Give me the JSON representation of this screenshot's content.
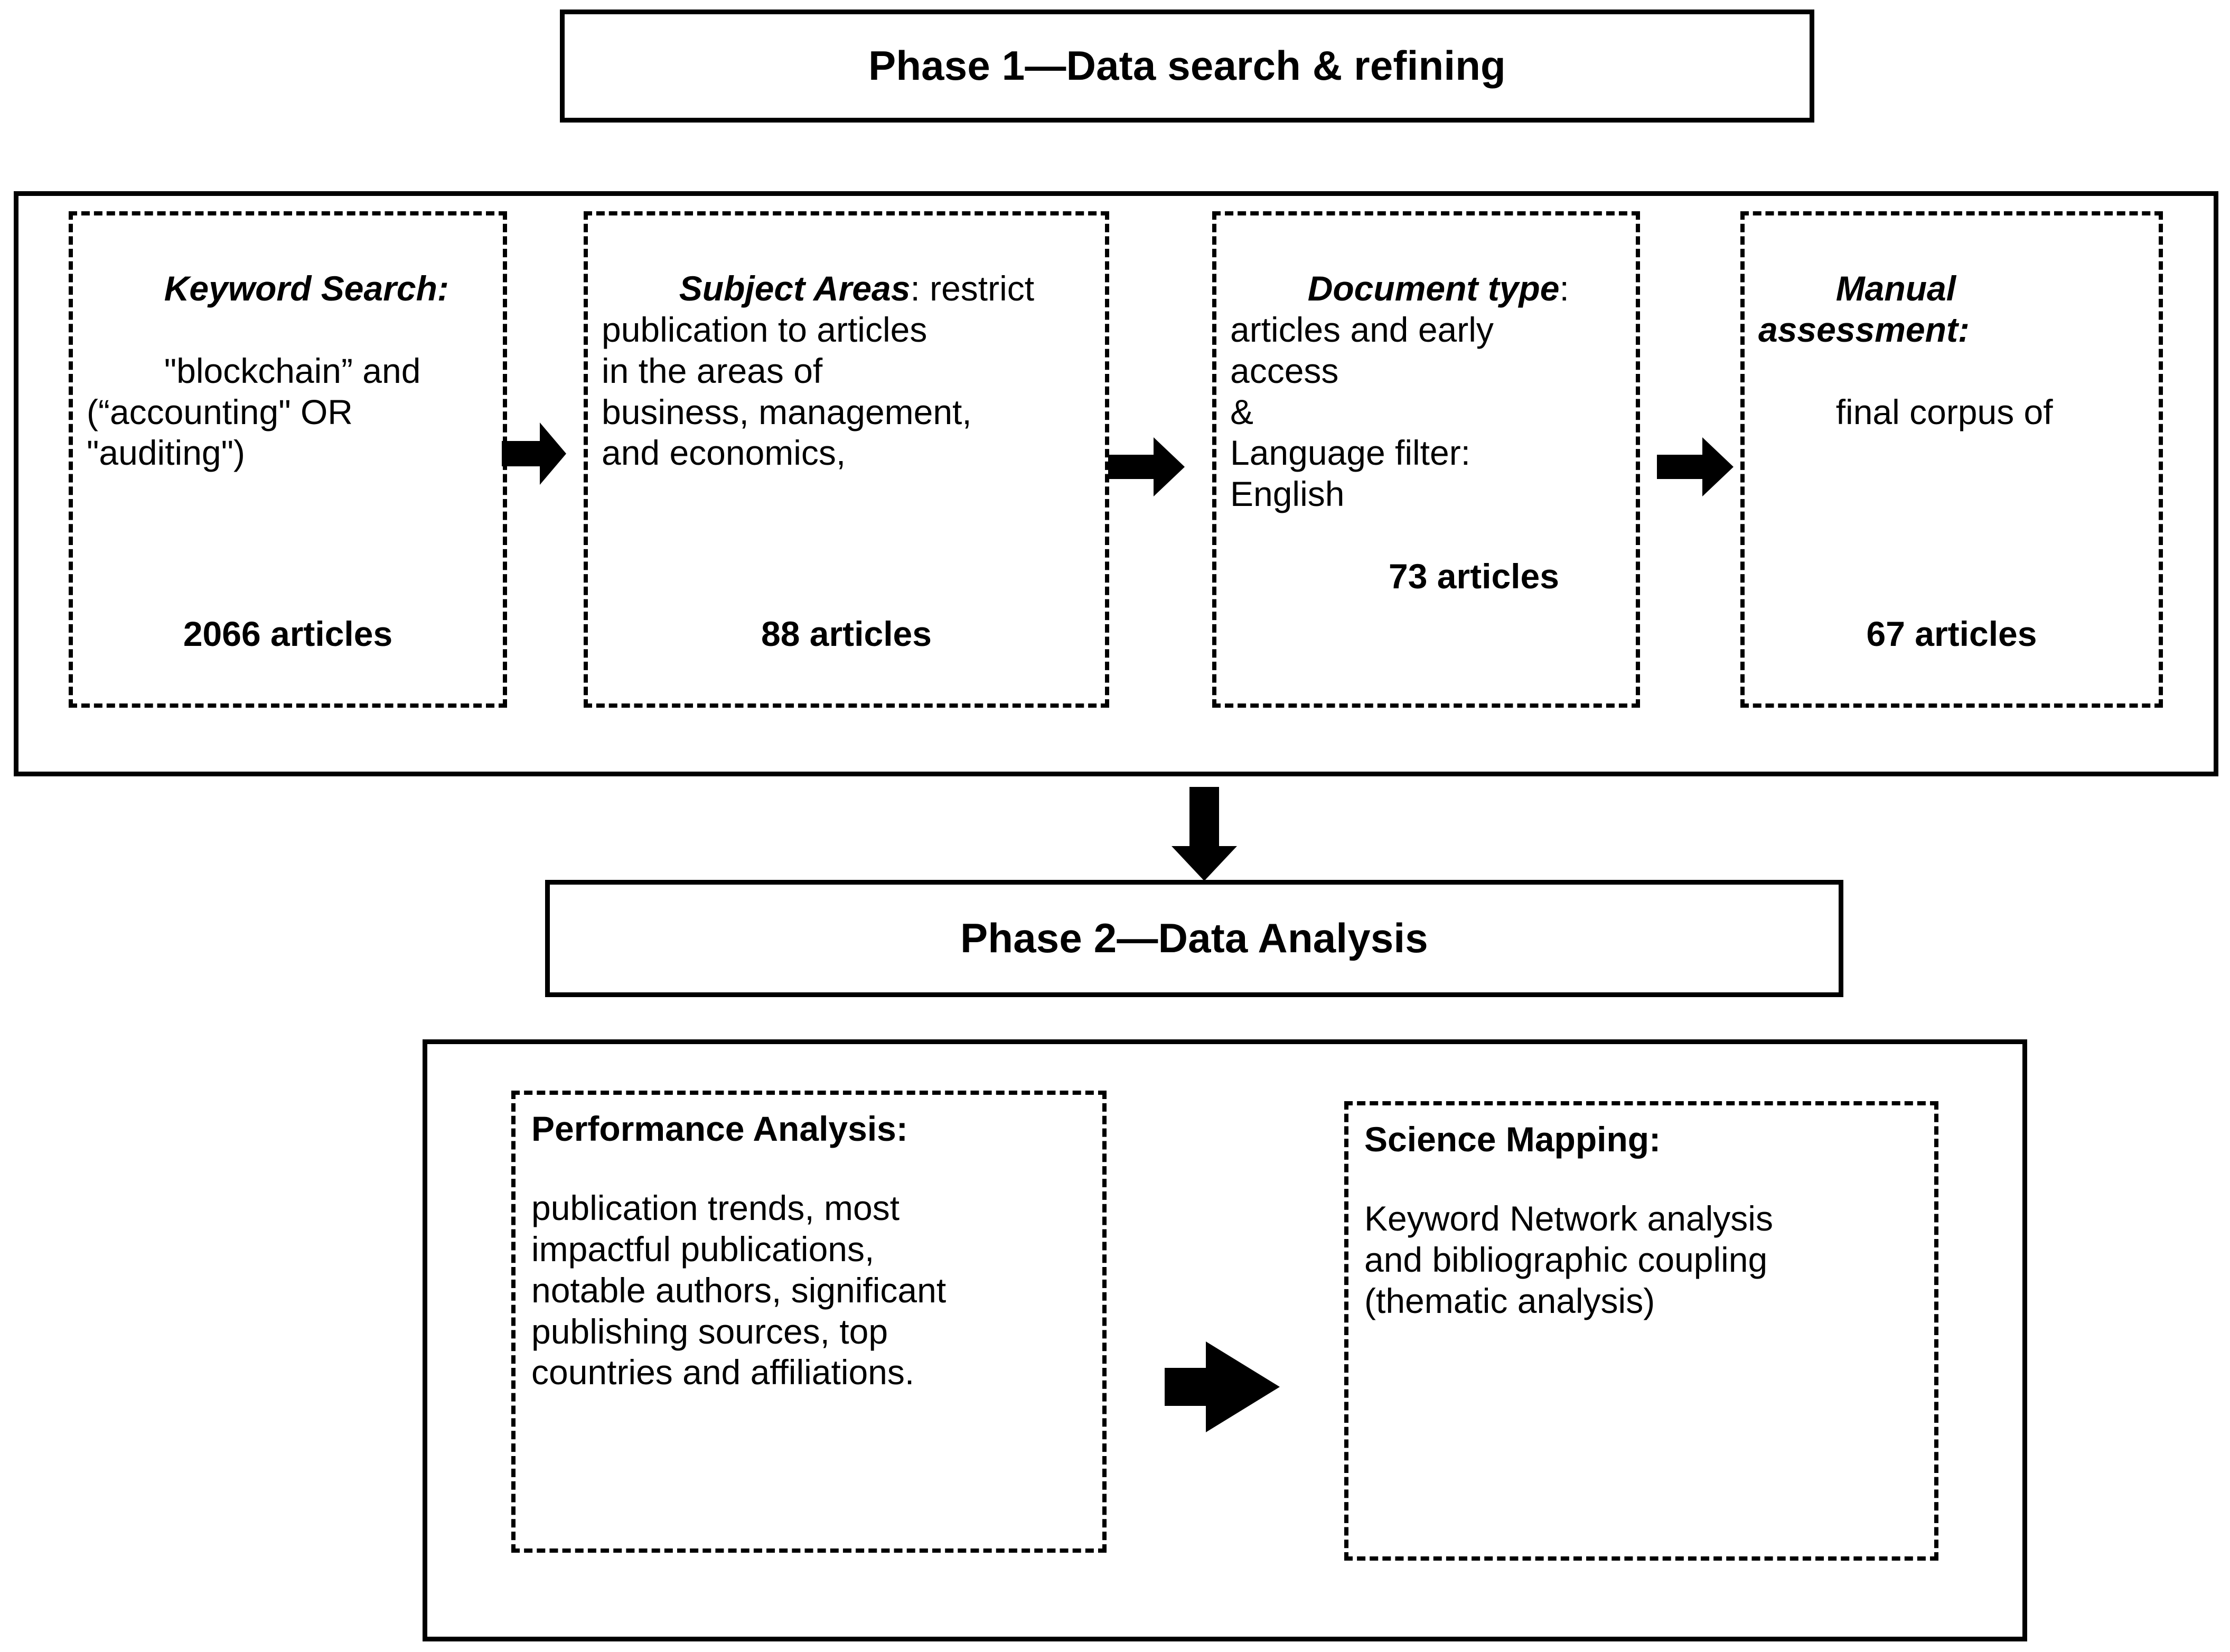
{
  "figure": {
    "title_phase1": "Phase 1—Data search & refining",
    "title_phase2": "Phase 2—Data Analysis"
  },
  "phase1": {
    "header_label": "Phase 1—Data search & refining",
    "steps": [
      {
        "lead": "Keyword Search:",
        "lead_style": "bold-italic",
        "body": "\"blockchain” and\n(“accounting\" OR\n\"auditing\")",
        "count": "2066 articles",
        "count_align": "center"
      },
      {
        "lead": "Subject Areas",
        "lead_style": "bold-italic",
        "body": ": restrict\npublication to articles\nin the areas of\nbusiness, management,\nand economics,",
        "count": "88 articles",
        "count_align": "center"
      },
      {
        "lead": "Document type",
        "lead_style": "bold-italic",
        "body": ":\narticles and early\naccess\n&\nLanguage filter:\nEnglish",
        "count": "73 articles",
        "count_align": "indent"
      },
      {
        "lead": "Manual\nassessment:",
        "lead_style": "bold-italic",
        "body": "final corpus of",
        "count": "67 articles",
        "count_align": "center"
      }
    ],
    "arrows": [
      {
        "name": "arrow-step1-to-step2",
        "direction": "right"
      },
      {
        "name": "arrow-step2-to-step3",
        "direction": "right"
      },
      {
        "name": "arrow-step3-to-step4",
        "direction": "right"
      }
    ]
  },
  "connector": {
    "name": "arrow-phase1-to-phase2",
    "direction": "down"
  },
  "phase2": {
    "header_label": "Phase 2—Data Analysis",
    "steps": [
      {
        "lead": "Performance Analysis:",
        "lead_style": "bold",
        "body": "publication trends, most\nimpactful publications,\nnotable authors, significant\npublishing sources, top\ncountries and affiliations."
      },
      {
        "lead": "Science Mapping:",
        "lead_style": "bold",
        "body": "Keyword Network analysis\nand bibliographic coupling\n(thematic analysis)"
      }
    ],
    "arrows": [
      {
        "name": "arrow-performance-to-science",
        "direction": "right"
      }
    ]
  },
  "colors": {
    "stroke": "#000000",
    "background": "#ffffff",
    "text": "#000000"
  }
}
